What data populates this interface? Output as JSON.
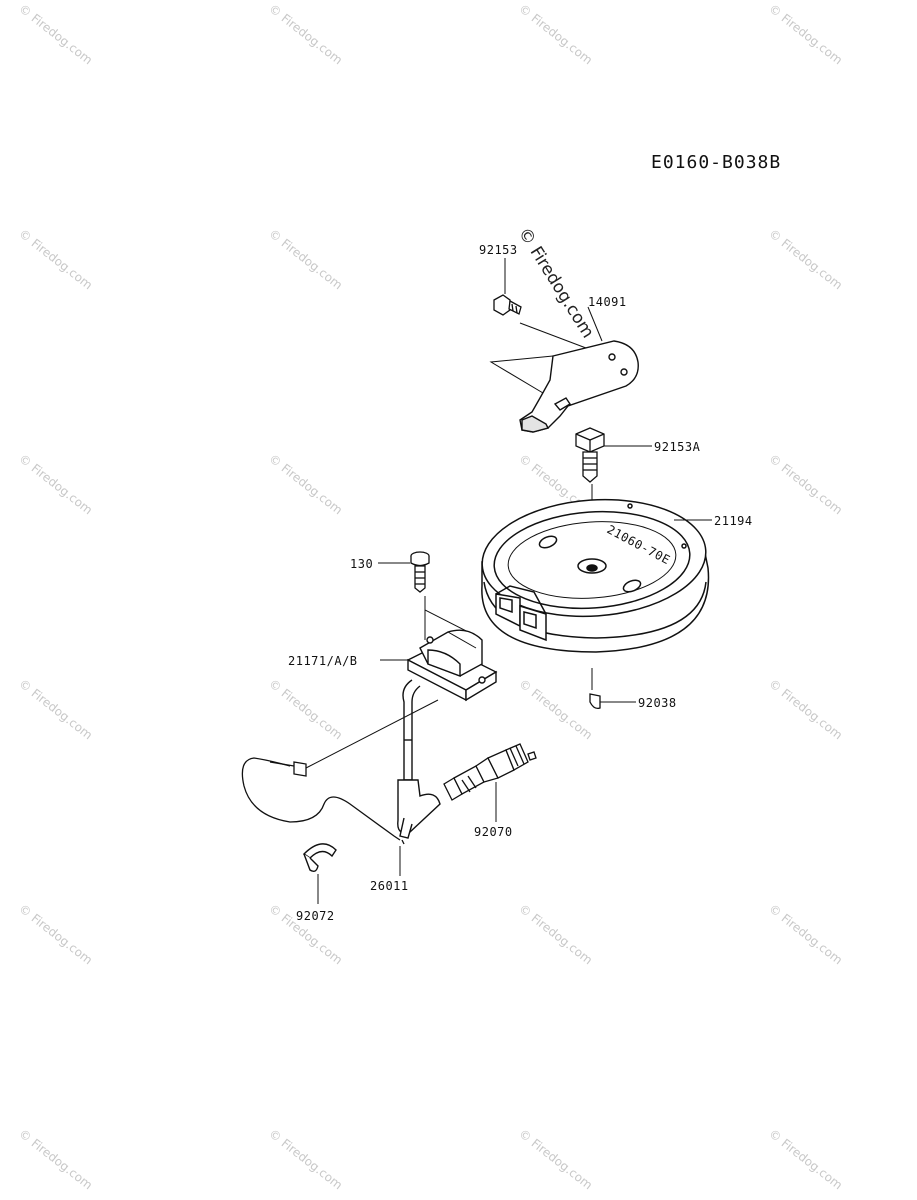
{
  "diagram": {
    "code": "E0160-B038B",
    "watermark": "© Firedog.com",
    "parts": {
      "p92153": "92153",
      "p14091": "14091",
      "p92153A": "92153A",
      "p21194": "21194",
      "p130": "130",
      "p21171": "21171/A/B",
      "p92038": "92038",
      "p92070": "92070",
      "p26011": "26011",
      "p92072": "92072",
      "flywheel_marking": "21060-70E"
    }
  }
}
